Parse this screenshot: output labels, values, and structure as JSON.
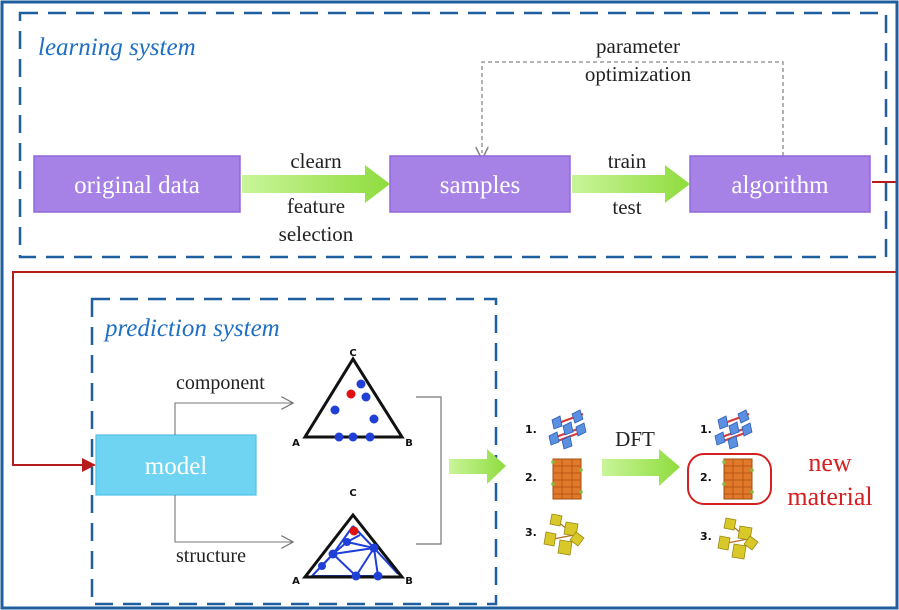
{
  "learning_system": {
    "title": "learning system",
    "original_data": "original data",
    "samples": "samples",
    "algorithm": "algorithm",
    "arrow1_label_1": "clearn",
    "arrow1_label_2": "feature",
    "arrow1_label_3": "selection",
    "arrow2_label_1": "train",
    "arrow2_label_2": "test",
    "feedback_label_1": "parameter",
    "feedback_label_2": "optimization"
  },
  "prediction_system": {
    "title": "prediction system",
    "model": "model",
    "branch_top": "component",
    "branch_bottom": "structure",
    "triangle_labels": {
      "a": "A",
      "b": "B",
      "c": "C"
    }
  },
  "output": {
    "dft": "DFT",
    "candidates": [
      "1.",
      "2.",
      "3."
    ],
    "result_line_1": "new",
    "result_line_2": "material"
  },
  "colors": {
    "border_blue": "#1f5f9e",
    "dash_blue": "#1e5fa0",
    "box_purple": "#a782e6",
    "box_purple_edge": "#9268da",
    "box_cyan": "#6fd3f2",
    "arrow_green": "#9be24f",
    "flow_red": "#b71c1c",
    "title_blue": "#1f6fc4",
    "new_material_red": "#d42020",
    "point_blue": "#1f3fd6",
    "point_red": "#e01010"
  }
}
